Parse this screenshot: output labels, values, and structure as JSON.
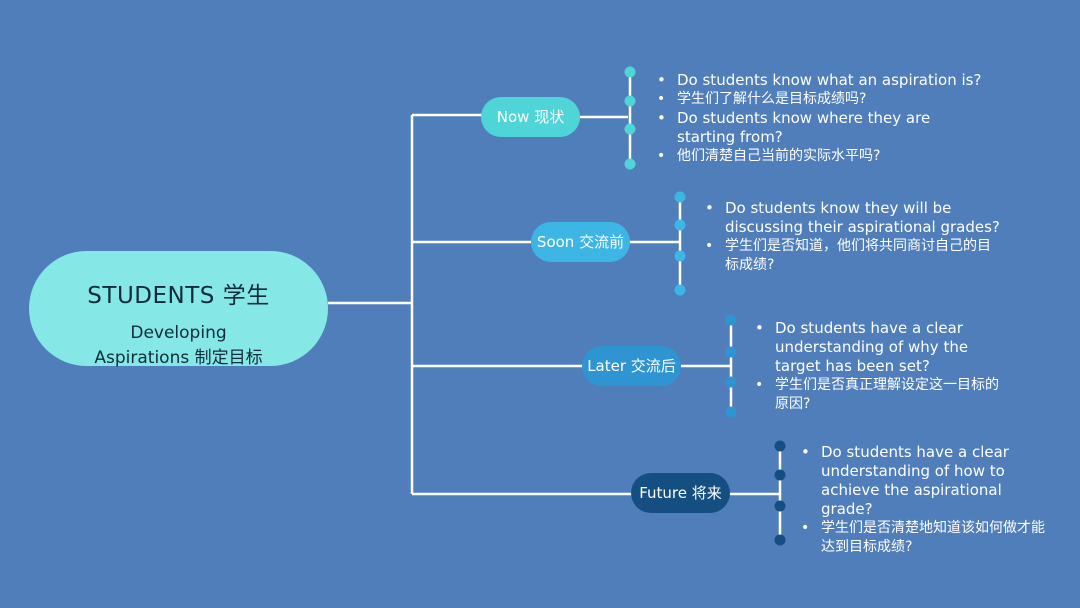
{
  "root": {
    "title": "STUDENTS 学生",
    "subtitle_line1": "Developing",
    "subtitle_line2": "Aspirations 制定目标",
    "color": "#85e8e6"
  },
  "branches": [
    {
      "label": "Now 现状",
      "color": "#4fd4d8",
      "items": [
        "Do students know what an aspiration is?",
        "学生们了解什么是目标成绩吗?",
        "Do students know where they are starting from?",
        "他们清楚自己当前的实际水平吗?"
      ]
    },
    {
      "label": "Soon 交流前",
      "color": "#3db6e6",
      "items": [
        "Do students know they will be discussing their aspirational grades?",
        "学生们是否知道，他们将共同商讨自己的目标成绩?"
      ]
    },
    {
      "label": "Later 交流后",
      "color": "#2f95d2",
      "items": [
        "Do students have a clear understanding of why the target has been set?",
        "学生们是否真正理解设定这一目标的原因?"
      ]
    },
    {
      "label": "Future 将来",
      "color": "#154f82",
      "items": [
        "Do students have a clear understanding of how to achieve the aspirational grade?",
        "学生们是否清楚地知道该如何做才能达到目标成绩?"
      ]
    }
  ],
  "colors": {
    "background": "#4f7ebb",
    "lines": "#ffffff"
  }
}
